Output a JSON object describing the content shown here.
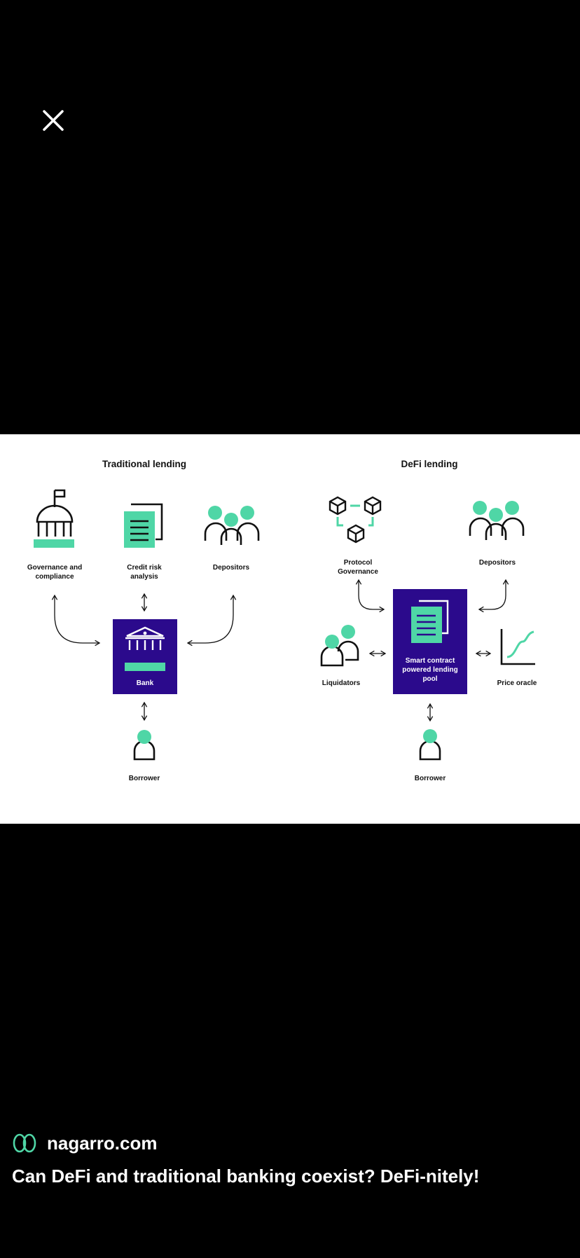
{
  "colors": {
    "background": "#000000",
    "accent_green": "#4fd6a6",
    "accent_purple": "#2b0a8c",
    "stroke": "#111111"
  },
  "close_icon": "close-icon",
  "diagram": {
    "traditional": {
      "title": "Traditional lending",
      "governance_line1": "Governance and",
      "governance_line2": "compliance",
      "credit_line1": "Credit risk",
      "credit_line2": "analysis",
      "depositors": "Depositors",
      "bank": "Bank",
      "borrower": "Borrower"
    },
    "defi": {
      "title": "DeFi lending",
      "protocol_line1": "Protocol",
      "protocol_line2": "Governance",
      "depositors": "Depositors",
      "liquidators": "Liquidators",
      "pool_line1": "Smart contract",
      "pool_line2": "powered lending",
      "pool_line3": "pool",
      "price_oracle": "Price oracle",
      "borrower": "Borrower"
    }
  },
  "source": {
    "domain": "nagarro.com",
    "logo_icon": "nagarro-logo-icon"
  },
  "caption": "Can DeFi and traditional banking coexist? DeFi-nitely!"
}
